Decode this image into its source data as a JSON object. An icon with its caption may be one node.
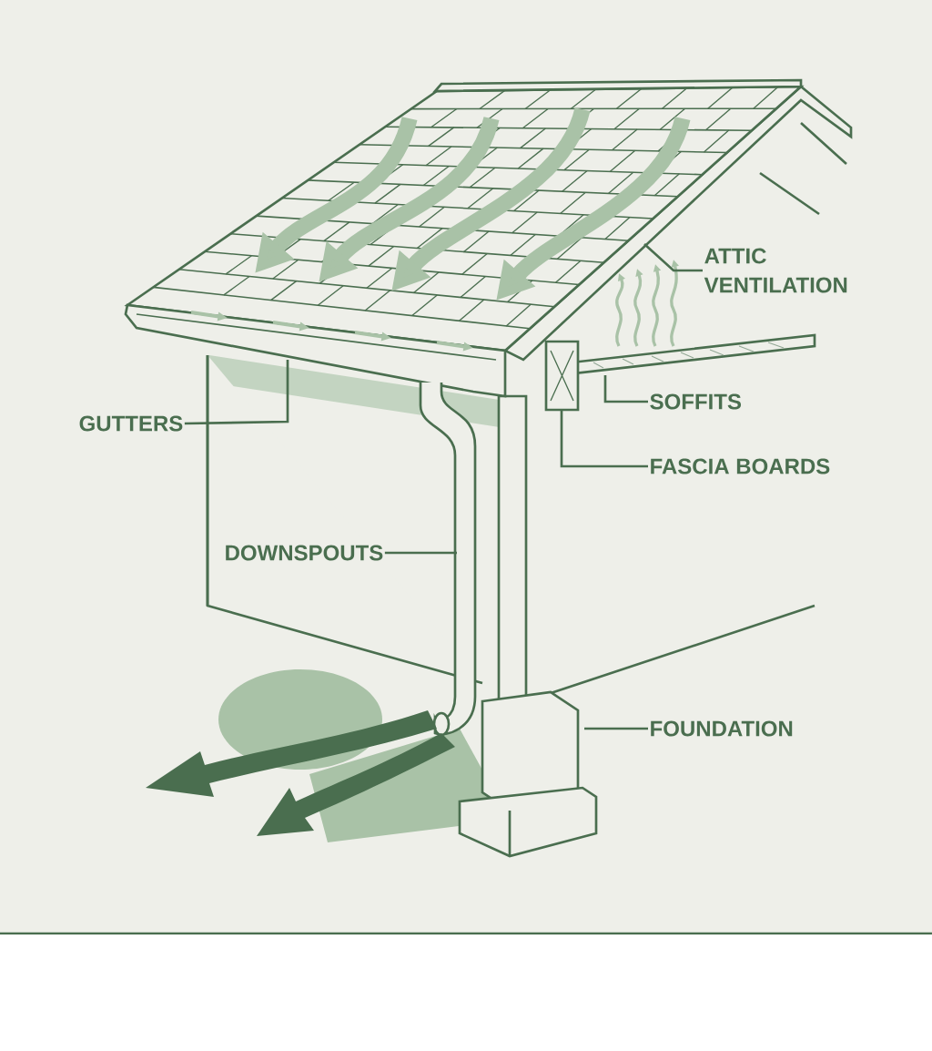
{
  "diagram": {
    "nodes": [
      {
        "text": [
          "ATTIC VENTILATION"
        ]
      },
      {
        "text": [
          "GUTTERS"
        ]
      },
      {
        "text": [
          "SOFFITS"
        ]
      },
      {
        "text": [
          "FASCIA BOARDS"
        ]
      },
      {
        "text": [
          "DOWNSPOUTS"
        ]
      },
      {
        "text": [
          "FOUNDATION"
        ]
      }
    ],
    "edges": [
      {
        "from": 0,
        "to": null,
        "arrow": "none"
      },
      {
        "from": 1,
        "to": null,
        "arrow": "none"
      },
      {
        "from": 2,
        "to": null,
        "arrow": "none"
      },
      {
        "from": 3,
        "to": null,
        "arrow": "none"
      },
      {
        "from": 4,
        "to": null,
        "arrow": "none"
      },
      {
        "from": 5,
        "to": null,
        "arrow": "none"
      }
    ]
  }
}
